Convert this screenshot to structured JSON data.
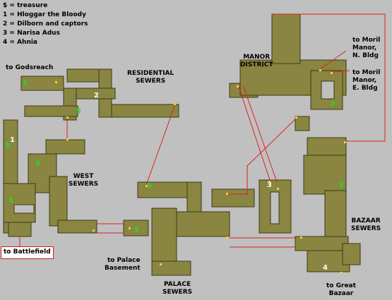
{
  "legend": {
    "treasure": "$ = treasure",
    "item1": "1 = Hloggar the Bloody",
    "item2": "2 = Dilborn and captors",
    "item3": "3 = Narisa Adus",
    "item4": "4 = Ahnia"
  },
  "areas": {
    "residential": [
      "RESIDENTIAL",
      "SEWERS"
    ],
    "west": [
      "WEST",
      "SEWERS"
    ],
    "manor": [
      "MANOR",
      "DISTRICT"
    ],
    "palace": [
      "PALACE",
      "SEWERS"
    ],
    "bazaar": [
      "BAZAAR",
      "SEWERS"
    ]
  },
  "exits": {
    "godsreach": "to Godsreach",
    "battlefield": "to Battlefield",
    "palace_basement": [
      "to Palace",
      "Basement"
    ],
    "great_bazaar": [
      "to Great",
      "Bazaar"
    ],
    "moril_n": [
      "to Moril",
      "Manor,",
      "N. Bldg"
    ],
    "moril_e": [
      "to Moril",
      "Manor,",
      "E. Bldg"
    ]
  },
  "markers": {
    "one": "1",
    "two": "2",
    "three": "3",
    "four": "4",
    "dollar": "$"
  },
  "colors": {
    "background": "#c0c0c0",
    "tunnel": "#8a8540",
    "outline": "#3a3a1a",
    "connector": "#e02020",
    "door": "#f0d040",
    "treasure": "#2bd62b"
  }
}
